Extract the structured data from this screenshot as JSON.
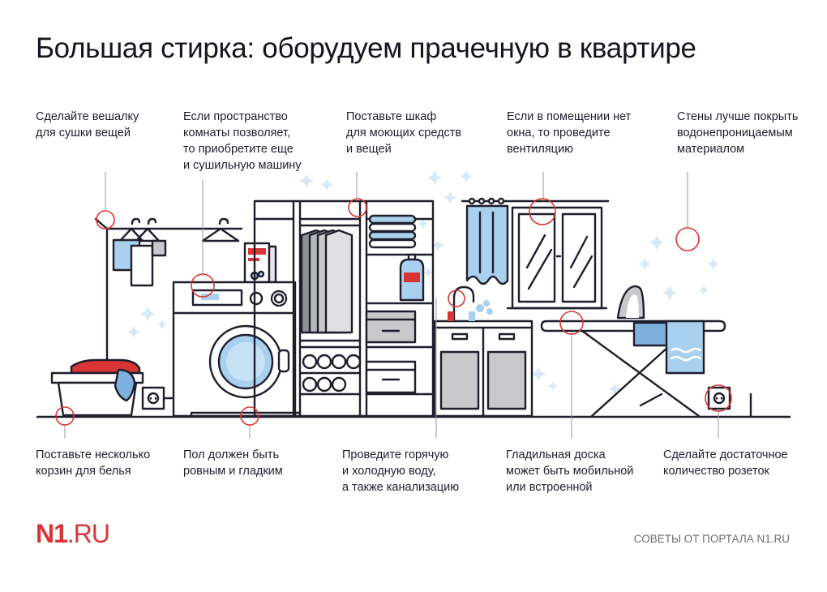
{
  "title": "Большая стирка: оборудуем прачечную в квартире",
  "tips_top": [
    {
      "lines": [
        "Сделайте вешалку",
        "для сушки вещей"
      ]
    },
    {
      "lines": [
        "Если пространство",
        "комнаты позволяет,",
        "то приобретите еще",
        "и сушильную машину"
      ]
    },
    {
      "lines": [
        "Поставьте шкаф",
        "для моющих средств",
        "и вещей"
      ]
    },
    {
      "lines": [
        "Если в помещении нет",
        "окна, то проведите",
        "вентиляцию"
      ]
    },
    {
      "lines": [
        "Стены лучше покрыть",
        "водонепроницаемым",
        "материалом"
      ]
    }
  ],
  "tips_bottom": [
    {
      "lines": [
        "Поставьте несколько",
        "корзин для белья"
      ]
    },
    {
      "lines": [
        "Пол должен быть",
        "ровным и гладким"
      ]
    },
    {
      "lines": [
        "Проведите горячую",
        "и холодную воду,",
        "а также канализацию"
      ]
    },
    {
      "lines": [
        "Гладильная доска",
        "может быть мобильной",
        "или встроенной"
      ]
    },
    {
      "lines": [
        "Сделайте достаточное",
        "количество розеток"
      ]
    }
  ],
  "logo": {
    "bold": "N1",
    "light": ".RU"
  },
  "footer": "СОВЕТЫ ОТ ПОРТАЛА  N1.RU",
  "colors": {
    "ink": "#1e1e2c",
    "accent_red": "#d93537",
    "light_blue": "#a9d1ef",
    "mid_blue": "#7fb1de",
    "gray": "#c9c9cc",
    "dark_gray": "#8f9095",
    "sparkle": "#d8e8f6"
  },
  "icons": [
    "clothes-rack",
    "hanger",
    "dryer",
    "washing-machine",
    "wardrobe",
    "cabinet",
    "sink",
    "faucet",
    "window",
    "curtain",
    "ironing-board",
    "iron",
    "laundry-basket",
    "power-outlet",
    "towel"
  ]
}
